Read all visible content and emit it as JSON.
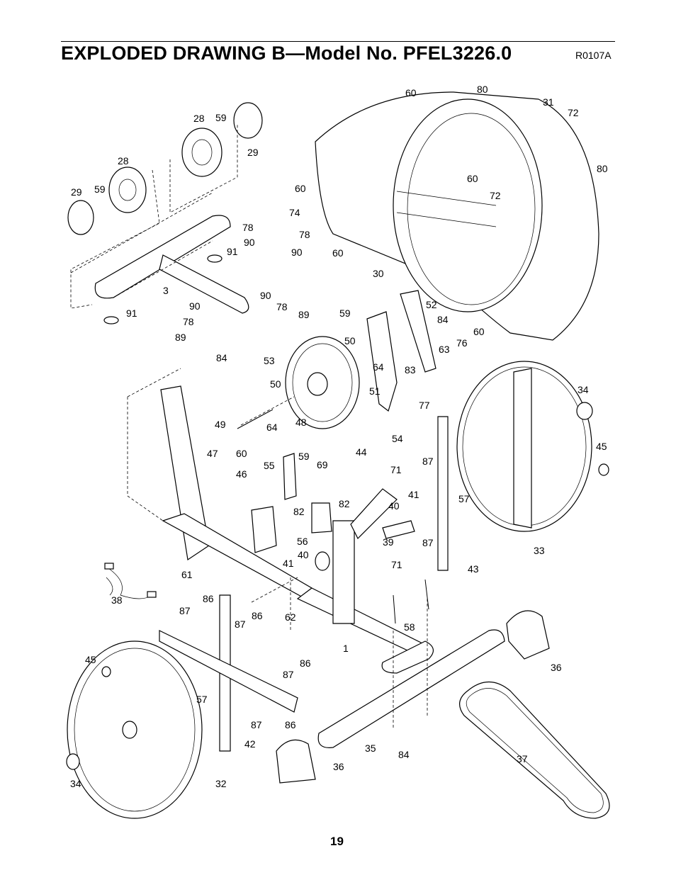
{
  "header": {
    "title": "EXPLODED DRAWING B—Model No. PFEL3226.0",
    "code": "R0107A"
  },
  "footer": {
    "page_number": "19"
  },
  "callouts": [
    "60",
    "80",
    "31",
    "72",
    "28",
    "59",
    "29",
    "28",
    "29",
    "59",
    "60",
    "60",
    "72",
    "80",
    "74",
    "78",
    "78",
    "90",
    "90",
    "91",
    "3",
    "91",
    "30",
    "60",
    "90",
    "78",
    "89",
    "90",
    "78",
    "89",
    "84",
    "59",
    "52",
    "84",
    "50",
    "63",
    "76",
    "60",
    "53",
    "64",
    "83",
    "50",
    "51",
    "77",
    "34",
    "49",
    "64",
    "48",
    "54",
    "44",
    "47",
    "60",
    "46",
    "55",
    "59",
    "69",
    "45",
    "71",
    "87",
    "41",
    "57",
    "40",
    "82",
    "82",
    "56",
    "39",
    "40",
    "41",
    "87",
    "33",
    "71",
    "43",
    "61",
    "38",
    "86",
    "62",
    "87",
    "86",
    "87",
    "58",
    "1",
    "36",
    "45",
    "86",
    "87",
    "57",
    "87",
    "86",
    "35",
    "84",
    "42",
    "36",
    "37",
    "34",
    "32"
  ]
}
